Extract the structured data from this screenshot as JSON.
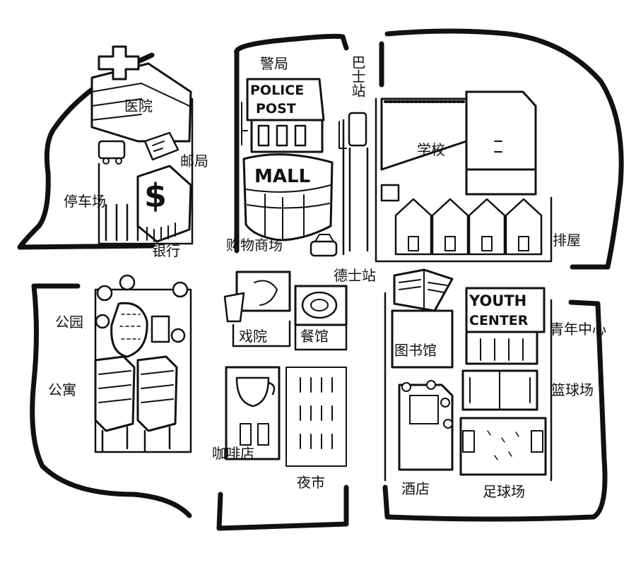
{
  "map": {
    "landmarks": {
      "police": "警局",
      "bus_stop": "巴士站",
      "hospital": "医院",
      "post_office": "邮局",
      "parking": "停车场",
      "bank": "银行",
      "mall": "购物商场",
      "school": "学校",
      "row_houses": "排屋",
      "taxi_stand": "德士站",
      "park": "公园",
      "apartment": "公寓",
      "cinema": "戏院",
      "restaurant": "餐馆",
      "cafe": "咖啡店",
      "night_market": "夜市",
      "library": "图书馆",
      "youth_center": "青年中心",
      "basketball_court": "篮球场",
      "hotel": "酒店",
      "football_field": "足球场"
    },
    "signs": {
      "police_line1": "POLICE",
      "police_line2": "POST",
      "mall": "MALL",
      "youth_line1": "YOUTH",
      "youth_line2": "CENTER",
      "bank_symbol": "$"
    }
  }
}
